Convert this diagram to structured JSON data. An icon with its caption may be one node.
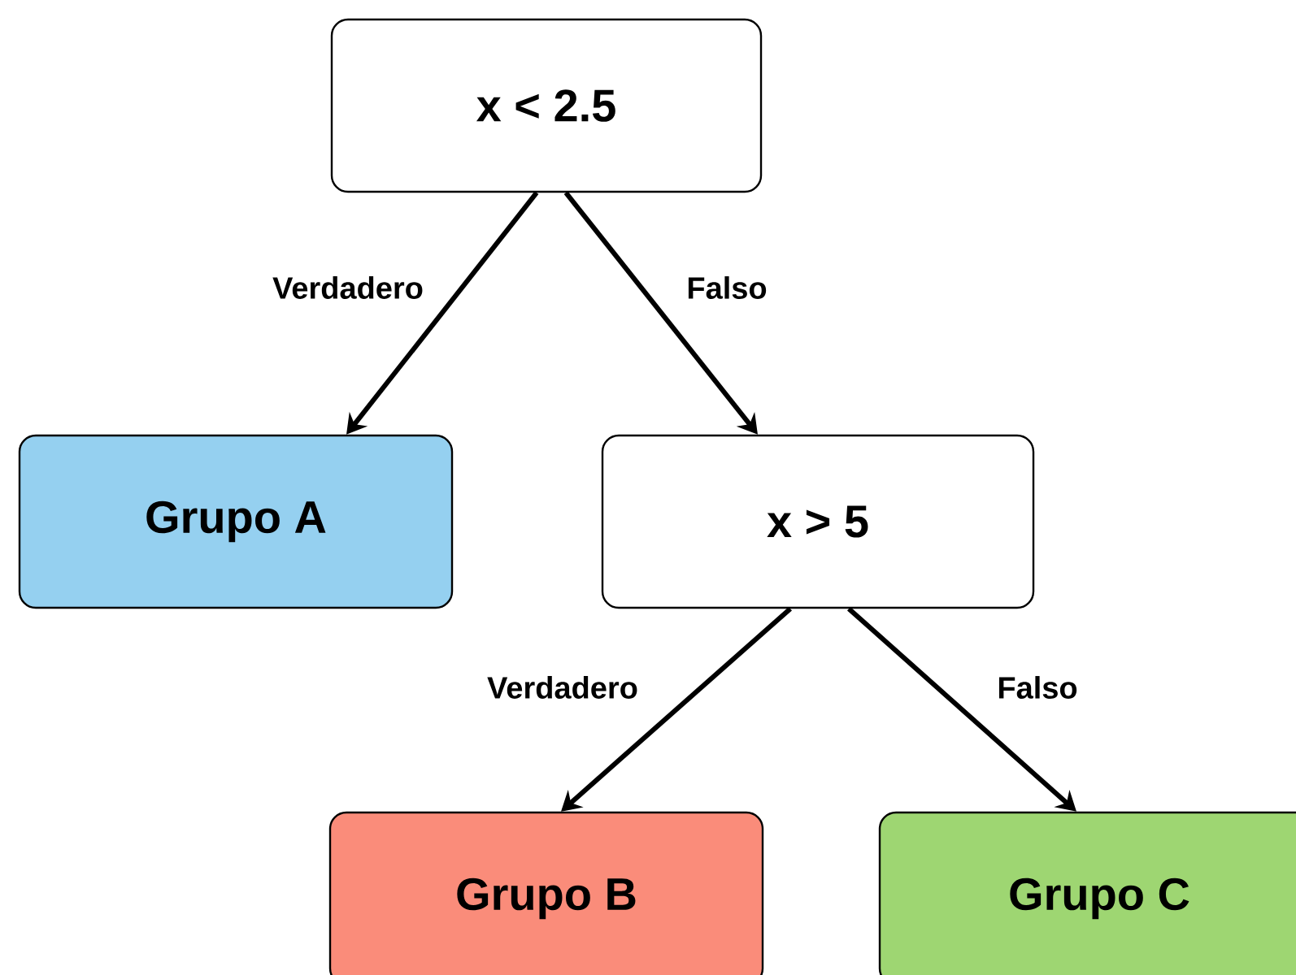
{
  "diagram": {
    "nodes": [
      {
        "text": [
          "x < 2.5"
        ]
      },
      {
        "text": [
          "Grupo A"
        ]
      },
      {
        "text": [
          "x > 5"
        ]
      },
      {
        "text": [
          "Grupo B"
        ]
      },
      {
        "text": [
          "Grupo C"
        ]
      }
    ],
    "edges": [
      {
        "from": 0,
        "to": 1,
        "arrow": "to",
        "label": "Verdadero"
      },
      {
        "from": 0,
        "to": 2,
        "arrow": "to",
        "label": "Falso"
      },
      {
        "from": 2,
        "to": 3,
        "arrow": "to",
        "label": "Verdadero"
      },
      {
        "from": 2,
        "to": 4,
        "arrow": "to",
        "label": "Falso"
      }
    ]
  }
}
